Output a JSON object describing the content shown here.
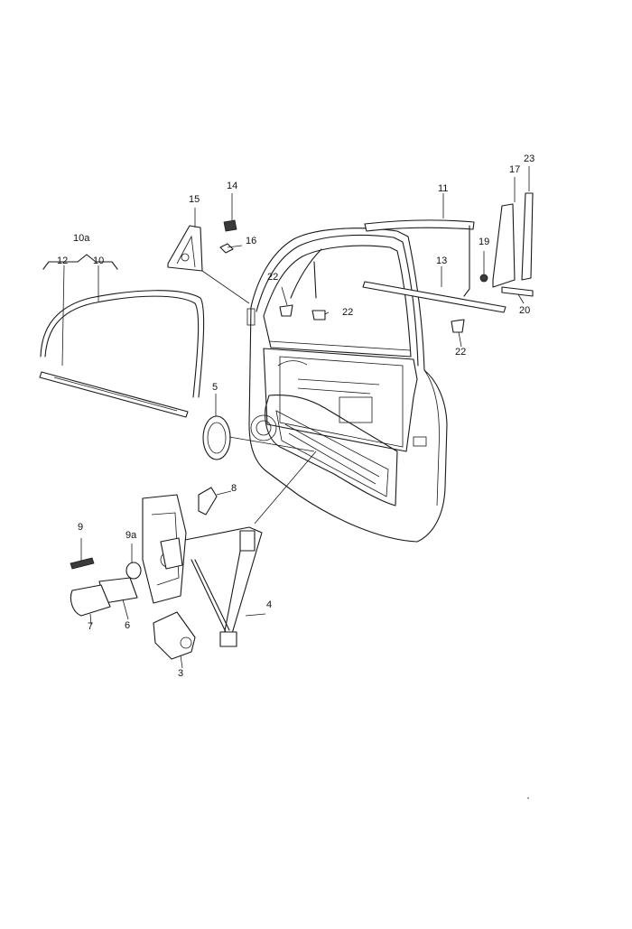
{
  "diagram": {
    "callouts": {
      "c3": "3",
      "c4": "4",
      "c5": "5",
      "c6": "6",
      "c7": "7",
      "c8": "8",
      "c9": "9",
      "c9a": "9a",
      "c10": "10",
      "c10a": "10a",
      "c11": "11",
      "c12": "12",
      "c13": "13",
      "c14": "14",
      "c15": "15",
      "c16": "16",
      "c17": "17",
      "c19": "19",
      "c20": "20",
      "c22a": "22",
      "c22b": "22",
      "c22c": "22",
      "c23": "23"
    }
  }
}
